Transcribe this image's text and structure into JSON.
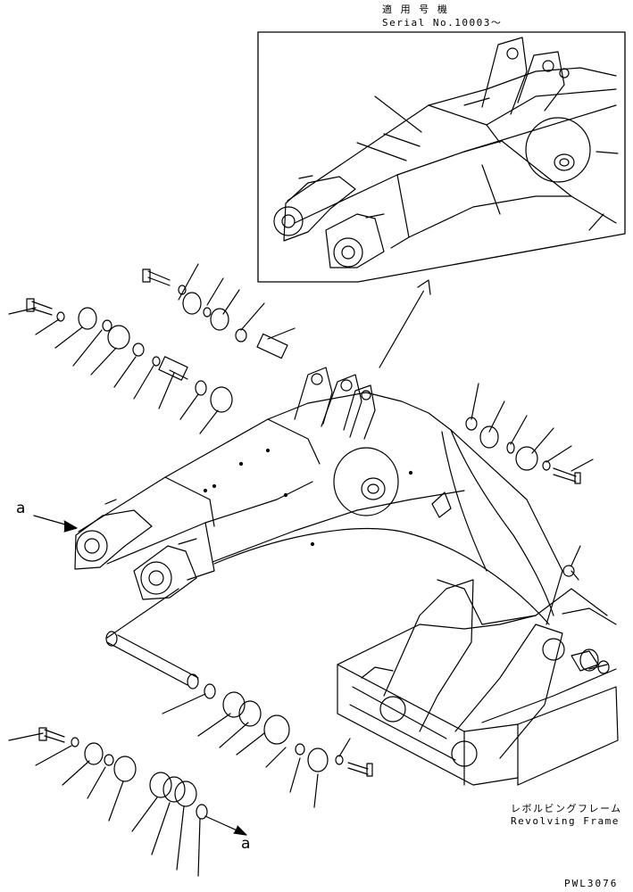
{
  "header": {
    "applicable_jp": "適 用 号 機",
    "serial": "Serial No.10003～"
  },
  "callout_a_left": "a",
  "callout_a_bottom": "a",
  "frame": {
    "label_jp": "レボルビングフレーム",
    "label_en": "Revolving Frame"
  },
  "drawing_code": "PWL3076",
  "colors": {
    "line": "#000000",
    "background": "#ffffff"
  }
}
